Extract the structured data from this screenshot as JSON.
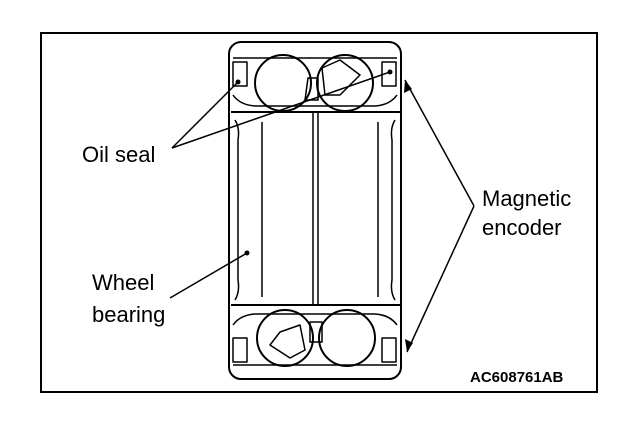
{
  "labels": {
    "oil_seal": "Oil seal",
    "magnetic_encoder_line1": "Magnetic",
    "magnetic_encoder_line2": "encoder",
    "wheel_bearing_line1": "Wheel",
    "wheel_bearing_line2": "bearing"
  },
  "figure_code": "AC608761AB",
  "colors": {
    "stroke": "#000000",
    "background": "#ffffff"
  }
}
